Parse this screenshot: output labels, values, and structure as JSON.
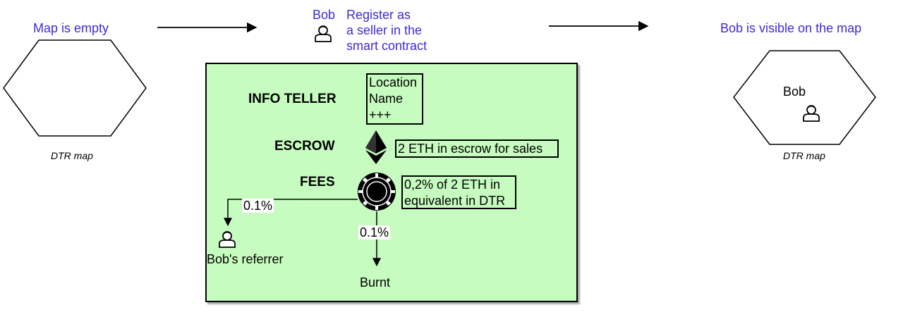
{
  "left_state": {
    "title": "Map is empty",
    "caption": "DTR map"
  },
  "action": {
    "actor": "Bob",
    "text": [
      "Register as",
      "a seller in the",
      "smart contract"
    ]
  },
  "right_state": {
    "title": "Bob is visible on the map",
    "actor": "Bob",
    "caption": "DTR map"
  },
  "panel": {
    "info_label": "INFO TELLER",
    "info_box": [
      "Location",
      "Name",
      "+++"
    ],
    "escrow_label": "ESCROW",
    "escrow_box": "2 ETH in escrow for sales",
    "fees_label": "FEES",
    "fees_box": [
      "0,2% of 2 ETH in",
      "equivalent in DTR"
    ],
    "split_left": "0.1%",
    "split_down": "0.1%",
    "referrer": "Bob's referrer",
    "burnt": "Burnt"
  },
  "icons": [
    "user-icon",
    "ethereum-icon",
    "chip-icon"
  ],
  "colors": {
    "accent_text": "#3b2bd8",
    "panel_fill": "#c6fcbf"
  }
}
